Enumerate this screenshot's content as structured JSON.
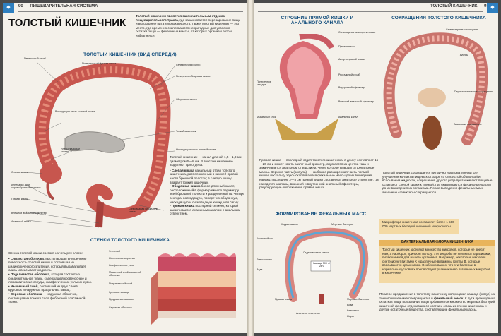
{
  "left_page": {
    "page_number": "90",
    "section": "ПИЩЕВАРИТЕЛЬНАЯ СИСТЕМА",
    "title": "ТОЛСТЫЙ КИШЕЧНИК",
    "intro_bold": "Толстый кишечник является заключительным отделом пищеварительного тракта",
    "intro_rest": ", где заканчивается переваривание пищи и всасывание питательных веществ, также толстый кишечник — это место, где временно скапливаются непригодные для усвоения остатки пищи — фекальные массы, от которых организм потом избавляется.",
    "diagram_title": "ТОЛСТЫЙ КИШЕЧНИК (ВИД СПЕРЕДИ)",
    "diagram_labels": [
      "Печеночный изгиб",
      "Поперечно-ободочная кишка",
      "Селезеночный изгиб",
      "Поперечно-ободочная кишка",
      "Ободочная кишка",
      "Восходящая часть толстой кишки",
      "Тонкий кишечник",
      "Илеоцекальный клапан",
      "Нисходящая часть толстой кишки",
      "Слепая кишка",
      "Аппендикс, или червеобразный отросток",
      "Прямая кишка",
      "Внешний анальный сфинктер",
      "Анальный канал",
      "Сигмовидная кишка, или сигма"
    ],
    "body_text": "Толстый кишечник — канал длиной 1,5—1,8 м и диаметром 5—8 см. В толстом кишечнике выделяют три отдела:",
    "parts": [
      {
        "name": "Слепая кишка",
        "text": " начальный отдел толстого кишечника, расположенный в нижней правой части брюшной полости; в слепую кишку впадает тонкий кишечник."
      },
      {
        "name": "Ободочная кишка",
        "text": " более длинный канал, расположенный в форме рамки по периметру всей брюшной полости и разделенный на четыре сектора: восходящую, поперечно-ободочную, нисходящую и сигмовидную кишку, или сигму."
      },
      {
        "name": "Прямая кишка",
        "text": " последний сегмент, который заканчивается анальным каналом и анальным отверстием."
      }
    ],
    "wall_title": "СТЕНКИ ТОЛСТОГО КИШЕЧНИКА",
    "wall_intro": "Стенка толстой кишки состоит из четырех слоев:",
    "layers": [
      {
        "name": "Слизистая оболочка",
        "text": ", выстилающая внутреннюю поверхность толстой кишки и состоящая из цилиндрического эпителия, который вырабатывает слизь и всасывает жидкость."
      },
      {
        "name": "Подслизистая оболочка",
        "text": ", которая состоит из соединительной ткани, содержащей кровеносные и лимфатические сосуды, лимфатические узлы и нервы."
      },
      {
        "name": "Мышечный слой",
        "text": ", состоящий из двух слоев: круговых и наружных продольных мышц."
      },
      {
        "name": "Серозная оболочка",
        "text": " — наружная оболочка, состоящая из тонкого слоя фиброзной эластичной ткани."
      }
    ],
    "wall_labels": [
      "Эпителий",
      "Железистые ворсинки",
      "Лимфатические узлы",
      "Мышечный слой слизистой оболочки",
      "Подслизистый слой",
      "Круговые мышцы",
      "Продольные мышцы",
      "Серозная оболочка"
    ]
  },
  "right_page": {
    "page_number": "91",
    "section": "ТОЛСТЫЙ КИШЕЧНИК",
    "rectum_title": "СТРОЕНИЕ ПРЯМОЙ КИШКИ И АНАЛЬНОГО КАНАЛА",
    "rectum_labels": [
      "Сигмовидная кишка, или сигма",
      "Прямая кишка",
      "Ампула прямой кишки",
      "Ректальный столб",
      "Внутренний сфинктер",
      "Внешний анальный сфинктер",
      "Анальный канал",
      "Поперечные складки",
      "Мышечный слой"
    ],
    "rectum_text": "Прямая кишка — последний отдел толстого кишечника, в длину составляет 15—20 см и может иметь различный диаметр, спускается из центра таза и заканчивается анальным отверстием, через которое выводятся фекальные массы. Верхняя часть (ампула) — наиболее расширенная часть прямой кишки, поскольку здесь скапливаются фекальные массы до их выведения наружу. Последние 2—3 см прямой кишки составляют анальное отверстие, где находятся клапаны, внешний и внутренний анальный сфинктеры, регулирующие опорожнение прямой кишки.",
    "contraction_title": "СОКРАЩЕНИЯ ТОЛСТОГО КИШЕЧНИКА",
    "contraction_labels": [
      "Сегментарные сокращения",
      "Гаустры",
      "Перистальтические сокращения",
      "Массовые сокращения"
    ],
    "contraction_text": "Толстый кишечник сокращается ритмично и автоматически для улучшения контакта пищевых отходов со слизистой оболочкой и всасывания жидкости, сокращения другого рода проталкивают пищевые остатки от слепой кишки к прямой, где скапливаются фекальные массы до их выведения из организма. После выведения фекальных масс анальные сфинктеры сокращаются.",
    "feces_title": "ФОРМИРОВАНИЕ ФЕКАЛЬНЫХ МАСС",
    "feces_labels": [
      "Жидкие массы",
      "Мертвые бактерии",
      "Кишечный сок",
      "Отделившиеся клетки",
      "Электролиты",
      "Вода",
      "Прямая кишка",
      "Анальное отверстие",
      "Мертвые бактерии",
      "Вода",
      "Клетчатка",
      "Жиры"
    ],
    "feces_badge": "Кашица 500 г / 24 ч",
    "info_box": "Микрофлора кишечника составляет более 1 500 000 мертвых бактерий кишечной микрофлоры.",
    "flora_title": "БАКТЕРИАЛЬНАЯ ФЛОРА КИШЕЧНИКА",
    "flora_text": "Толстый кишечник заселяют множество микробов, которые не вредят нам, а наоборот, приносят пользу: эти микробы не являются паразитами, питающимися для нашего организма. Например, некоторые бактерии синтезируют витамин К и различные витамины группы В, которые всасываются организмом. Особенно важно, что эти бактерии в нормальных условиях препятствуют размножению патогенных микробов в кишечнике.",
    "bottom_text_a": "По мере продвижения в толстому кишечнику полужидкая кашица (химус) из тонкого кишечника превращается в ",
    "bottom_text_bold": "фекальный комок",
    "bottom_text_b": ". К пути прохождения остатков пищи всасывание воды добавляется множество мертвых бактерий кишечной флоры, отделившиеся клетки и слизь из стенки кишечника и другие остаточные вещества, составляющие фекальные массы."
  },
  "colors": {
    "accent_blue": "#2e7fbf",
    "heading_blue": "#0d4a7a",
    "intestine": "#c7564e",
    "box_orange": "#f3d9a5"
  }
}
